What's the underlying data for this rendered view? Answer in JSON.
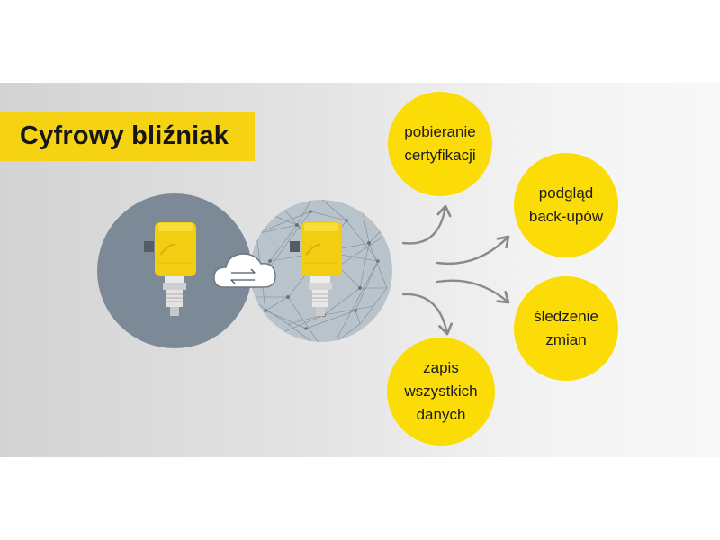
{
  "title": "Cyfrowy bliźniak",
  "colors": {
    "accent_yellow": "#fbdc07",
    "title_yellow": "#f5d313",
    "physical_circle": "#7b8a96",
    "digital_circle": "#b9c3cb",
    "arrow_gray": "#8a8a8a",
    "text_dark": "#1c1c1c"
  },
  "icons": {
    "physical_device": "pressure-sensor-icon",
    "cloud": "cloud-sync-icon",
    "digital_device": "pressure-sensor-twin-icon"
  },
  "features": {
    "certificates": {
      "line1": "pobieranie",
      "line2": "certyfikacji"
    },
    "backups": {
      "line1": "podgląd",
      "line2": "back-upów"
    },
    "tracking": {
      "line1": "śledzenie",
      "line2": "zmian"
    },
    "records": {
      "line1": "zapis",
      "line2": "wszystkich",
      "line3": "danych"
    }
  }
}
